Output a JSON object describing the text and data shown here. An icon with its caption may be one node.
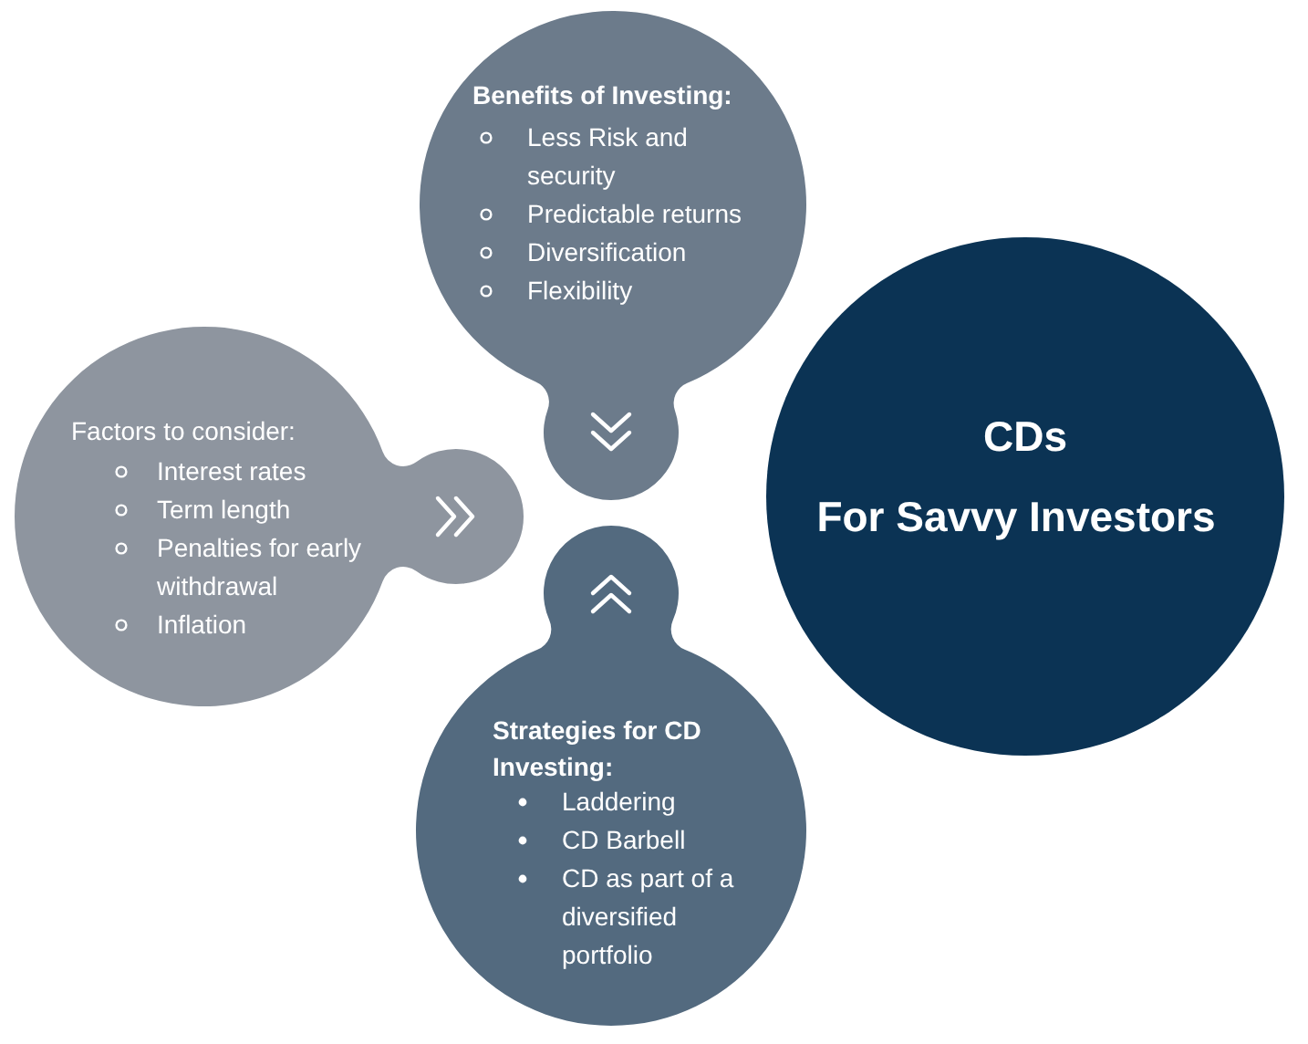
{
  "diagram": {
    "nodes": [
      {
        "text": [
          "Benefits of Investing:",
          "Less Risk and security",
          "Predictable returns",
          "Diversification",
          "Flexibility"
        ]
      },
      {
        "text": [
          "Factors to consider:",
          "Interest rates",
          "Term length",
          "Penalties for early withdrawal",
          "Inflation"
        ]
      },
      {
        "text": [
          "CDs",
          "For Savvy Investors"
        ]
      },
      {
        "text": [
          "Strategies for CD Investing:",
          "Laddering",
          "CD Barbell",
          "CD as part of a diversified portfolio"
        ]
      }
    ]
  }
}
